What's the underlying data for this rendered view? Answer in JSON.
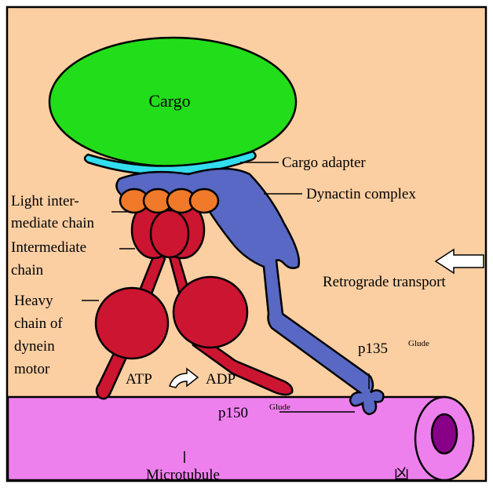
{
  "labels": {
    "cargo": "Cargo",
    "cargo_adapter": "Cargo adapter",
    "dynactin_complex": "Dynactin complex",
    "light_intermediate_chain_1": "Light inter-",
    "light_intermediate_chain_2": "mediate chain",
    "intermediate_chain_1": "Intermediate",
    "intermediate_chain_2": "chain",
    "heavy_chain_1": "Heavy",
    "heavy_chain_2": "chain of",
    "heavy_chain_3": "dynein",
    "heavy_chain_4": "motor",
    "retrograde_transport": "Retrograde transport",
    "atp": "ATP",
    "adp": "ADP",
    "p135": "p135",
    "p135_sup": "Glude",
    "p150": "p150",
    "p150_sup": "Glude",
    "microtubule": "Microtubule",
    "signature": "凶"
  },
  "colors": {
    "background": "#fccfa3",
    "cargo": "#22dd1a",
    "cargo_adapter": "#33ddf0",
    "dynactin": "#5868c4",
    "light_intermediate": "#f07a2a",
    "dynein": "#cc1530",
    "microtubule": "#ee80ee",
    "microtubule_lumen": "#880088",
    "arrow": "#ffffff"
  }
}
